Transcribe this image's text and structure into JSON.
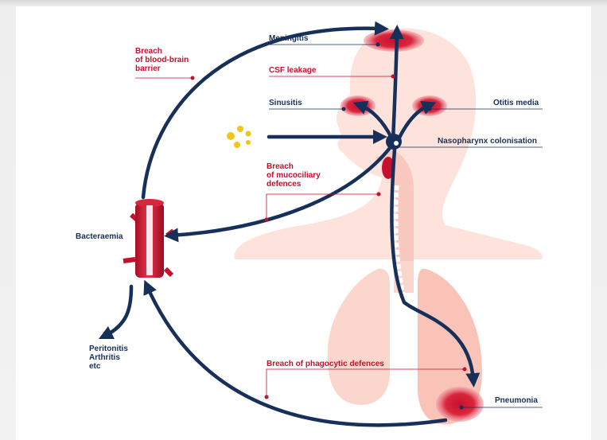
{
  "labels": {
    "meningitis": "Meningitis",
    "csf_leakage": "CSF leakage",
    "sinusitis": "Sinusitis",
    "otitis_media": "Otitis media",
    "nasopharynx": "Nasopharynx colonisation",
    "bbb_breach": "Breach\nof blood-brain\nbarrier",
    "mucociliary_breach": "Breach\nof mucociliary\ndefences",
    "bacteraemia": "Bacteraemia",
    "complications": "Peritonitis\nArthritis\netc",
    "phagocytic_breach": "Breach of phagocytic defences",
    "pneumonia": "Pneumonia"
  },
  "colors": {
    "navy": "#17305a",
    "red": "#c8102e",
    "skin": "#f9c9bf",
    "skin_light": "#fde3dc",
    "bacteria": "#f2c618"
  },
  "icons": [
    "bacteria-dots-icon",
    "blood-vessel-icon",
    "head-silhouette-icon",
    "lungs-icon"
  ]
}
